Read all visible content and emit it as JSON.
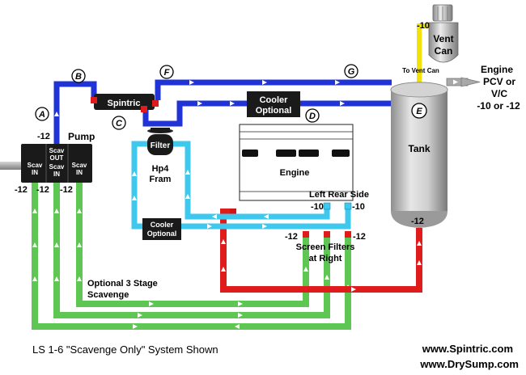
{
  "colors": {
    "pressure_blue": "#1f33d6",
    "feed_cyan": "#3ec8ee",
    "return_red": "#e01b1b",
    "scavenge_green": "#5ec653",
    "vent_yellow": "#f2e20a",
    "component_black": "#1a1a1a",
    "tank_gray": "#b9b9b9"
  },
  "letters": {
    "a": "A",
    "b": "B",
    "c": "C",
    "d": "D",
    "e": "E",
    "f": "F",
    "g": "G"
  },
  "labels": {
    "pump": "Pump",
    "spintric": "Spintric",
    "cooler_top_1": "Cooler",
    "cooler_top_2": "Optional",
    "filter": "Filter",
    "hp4_1": "Hp4",
    "hp4_2": "Fram",
    "cooler_bottom_1": "Cooler",
    "cooler_bottom_2": "Optional",
    "engine": "Engine",
    "left_rear_side": "Left Rear Side",
    "screen_filters_1": "Screen Filters",
    "screen_filters_2": "at Right",
    "tank": "Tank",
    "vent_can_1": "Vent",
    "vent_can_2": "Can",
    "to_vent_can": "To Vent Can",
    "engine_pcv_1": "Engine",
    "engine_pcv_2": "PCV or",
    "engine_pcv_3": "V/C",
    "engine_pcv_4": "-10 or -12",
    "optional_stage_1": "Optional 3 Stage",
    "optional_stage_2": "Scavenge",
    "caption": "LS 1-6 \"Scavenge Only\" System Shown",
    "url_1": "www.Spintric.com",
    "url_2": "www.DrySump.com"
  },
  "pump_sections": {
    "scav_1": "Scav",
    "in_1": "IN",
    "scav_out": "Scav",
    "out": "OUT",
    "scav_2": "Scav",
    "in_2": "IN",
    "scav_3": "Scav",
    "in_3": "IN"
  },
  "sizes": {
    "pump_top": "-12",
    "pump_1": "-12",
    "pump_2": "-12",
    "pump_3": "-12",
    "rear_left": "-10",
    "rear_right": "-10",
    "screen_left": "-12",
    "screen_right": "-12",
    "tank_bottom": "-12",
    "vent": "-10"
  }
}
